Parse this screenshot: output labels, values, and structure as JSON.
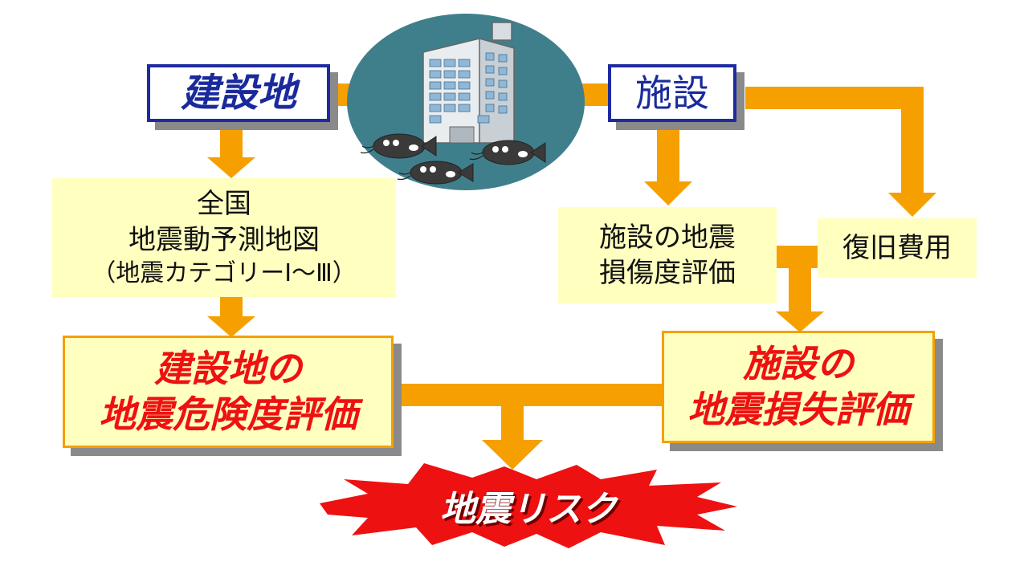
{
  "site": {
    "title": "建設地"
  },
  "facility": {
    "title": "施設"
  },
  "hazard_map": {
    "lines": [
      "全国",
      "地震動予測地図",
      "（地震カテゴリーⅠ～Ⅲ）"
    ]
  },
  "damage_eval": {
    "lines": [
      "施設の地震",
      "損傷度評価"
    ]
  },
  "recovery_cost": {
    "label": "復旧費用"
  },
  "site_hazard": {
    "lines": [
      "建設地の",
      "地震危険度評価"
    ]
  },
  "facility_loss": {
    "lines": [
      "施設の",
      "地震損失評価"
    ]
  },
  "risk": {
    "label": "地震リスク"
  },
  "colors": {
    "arrow": "#f5a000",
    "blue_text": "#1a2a9c",
    "red_text": "#ee1111",
    "box_fill": "#ffffc0",
    "burst": "#ee1111",
    "ellipse": "#3f7f8c"
  },
  "illustration": {
    "subject": "building-with-catfish-icon"
  }
}
